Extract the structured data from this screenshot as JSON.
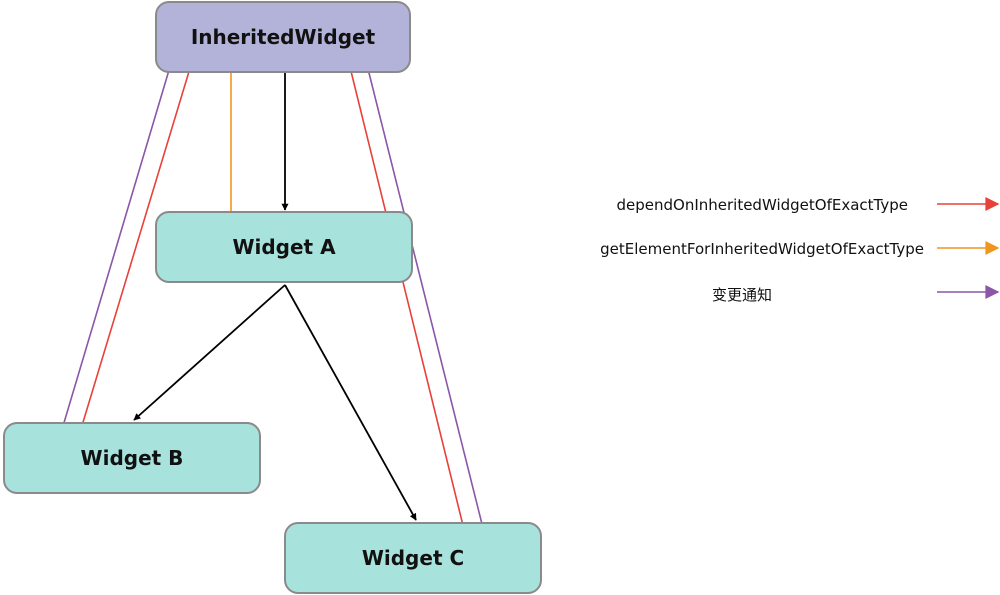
{
  "nodes": {
    "root": "InheritedWidget",
    "a": "Widget A",
    "b": "Widget B",
    "c": "Widget C"
  },
  "legend": [
    {
      "label": "dependOnInheritedWidgetOfExactType",
      "color": "#e8413a"
    },
    {
      "label": "getElementForInheritedWidgetOfExactType",
      "color": "#f0961e"
    },
    {
      "label": "变更通知",
      "color": "#8b56a7"
    }
  ],
  "colors": {
    "tree_edge": "#000000",
    "root_fill": "#b3b3d9",
    "child_fill": "#a8e2dd",
    "border": "#8a8a8a"
  }
}
